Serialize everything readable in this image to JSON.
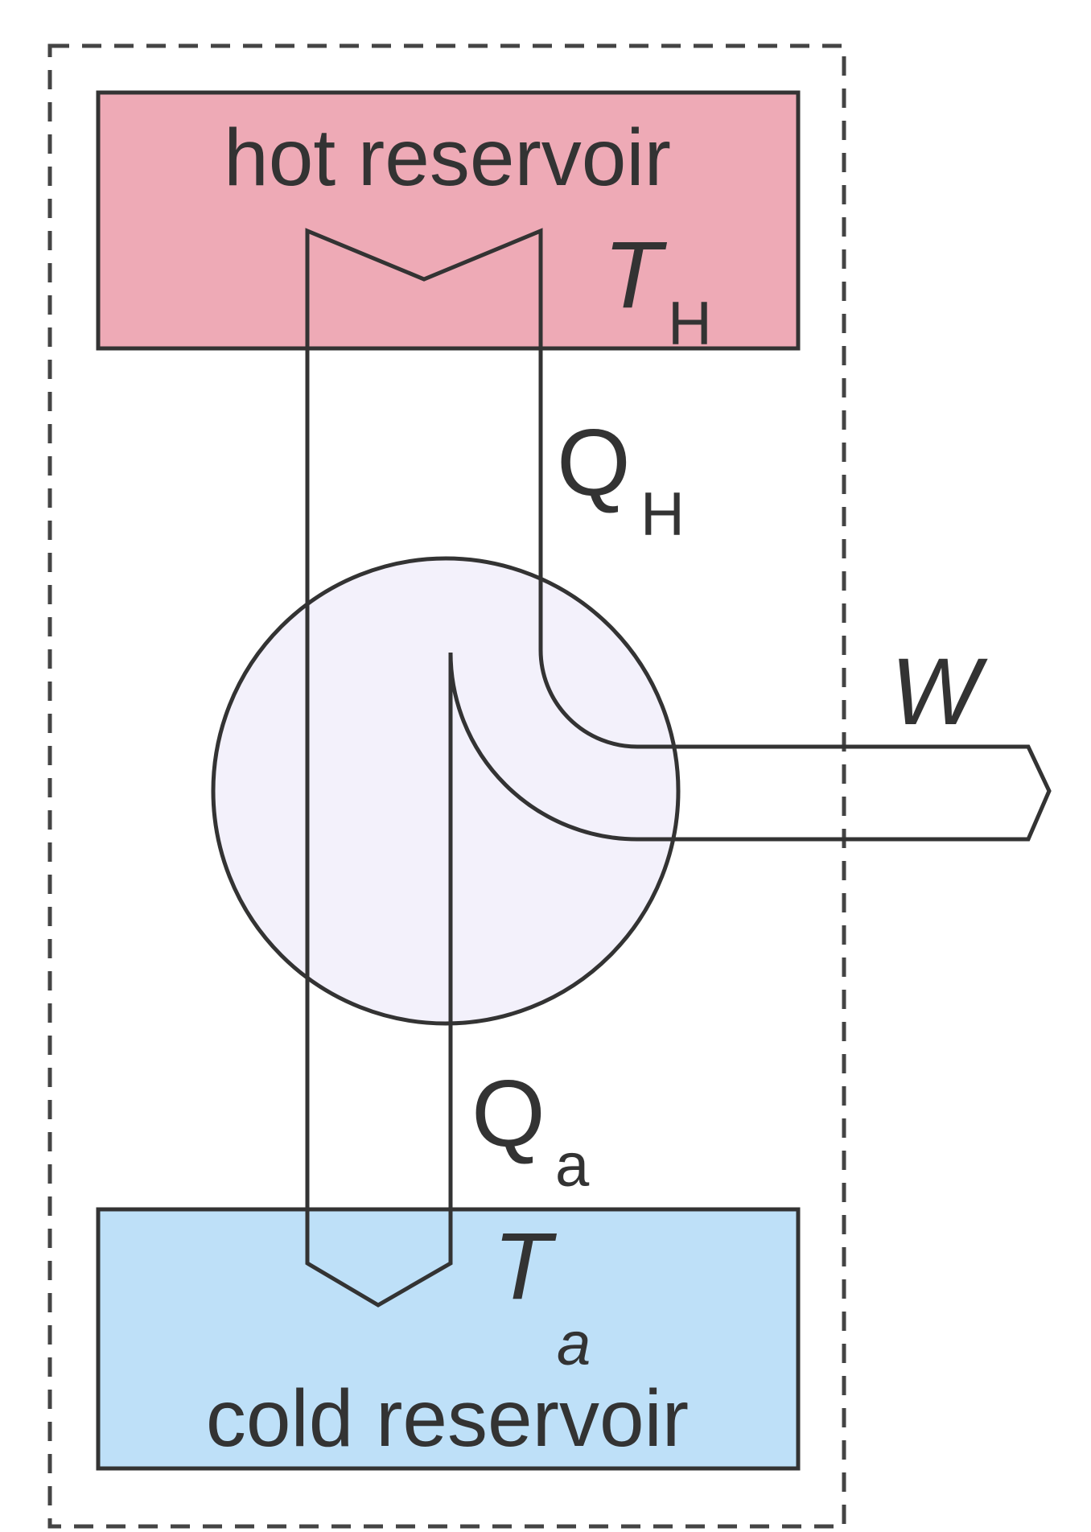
{
  "labels": {
    "hot_reservoir": "hot reservoir",
    "cold_reservoir": "cold reservoir",
    "t_hot_main": "T",
    "t_hot_sub": "H",
    "q_hot_main": "Q",
    "q_hot_sub": "H",
    "work": "W",
    "q_cold_main": "Q",
    "q_cold_sub": "a",
    "t_cold_main": "T",
    "t_cold_sub": "a"
  },
  "colors": {
    "hot_fill": "#eeaab6",
    "cold_fill": "#bee0f8",
    "engine_fill": "#f3f1fb",
    "stroke": "#333333",
    "boundary": "#444444"
  }
}
